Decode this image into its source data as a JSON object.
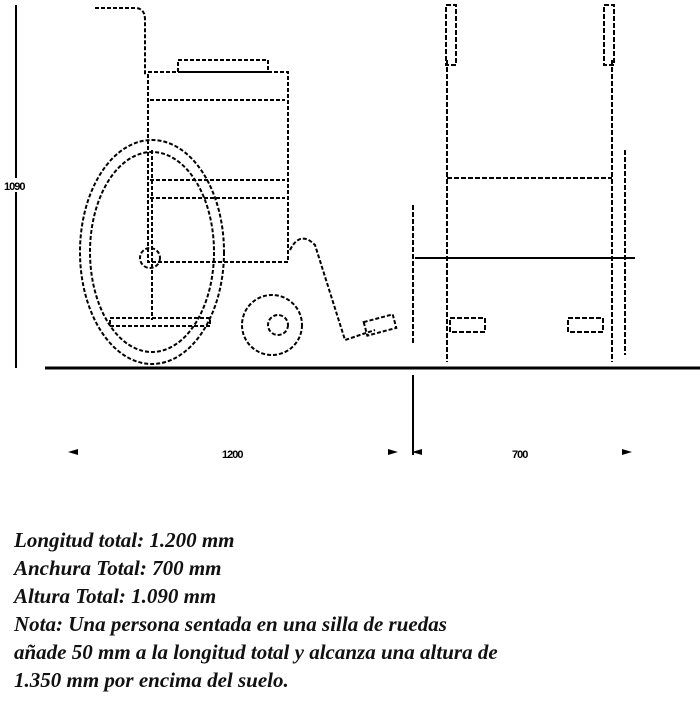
{
  "dimensions": {
    "height_label": "1090",
    "length_label": "1200",
    "width_label": "700"
  },
  "notes": [
    "Longitud total: 1.200 mm",
    "Anchura Total: 700 mm",
    "Altura Total: 1.090 mm",
    "Nota: Una persona sentada en una silla de ruedas",
    "añade 50 mm a la longitud total y alcanza una altura de",
    "1.350 mm por encima del suelo."
  ]
}
